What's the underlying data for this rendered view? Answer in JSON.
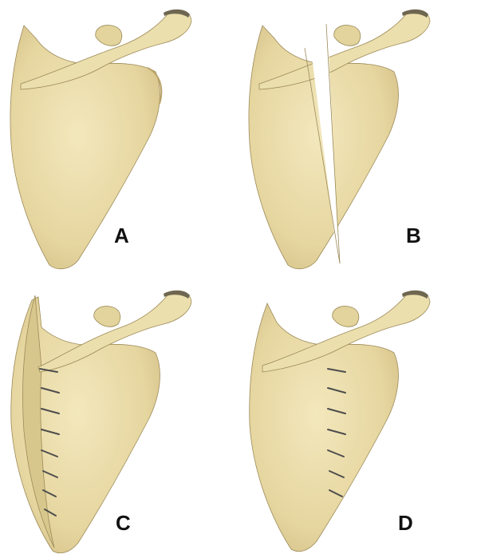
{
  "figure": {
    "background_color": "#ffffff",
    "bone_fill": "#e9dca9",
    "bone_shade": "#c9b47a",
    "bone_outline": "#8a7a4e",
    "screw_color": "#4d4d4d",
    "label_color": "#111111",
    "panels": [
      {
        "label": "A",
        "variant": "intact"
      },
      {
        "label": "B",
        "variant": "wedge-osteotomy"
      },
      {
        "label": "C",
        "variant": "screw-fixation-displaced"
      },
      {
        "label": "D",
        "variant": "screw-fixation-reduced"
      }
    ]
  }
}
